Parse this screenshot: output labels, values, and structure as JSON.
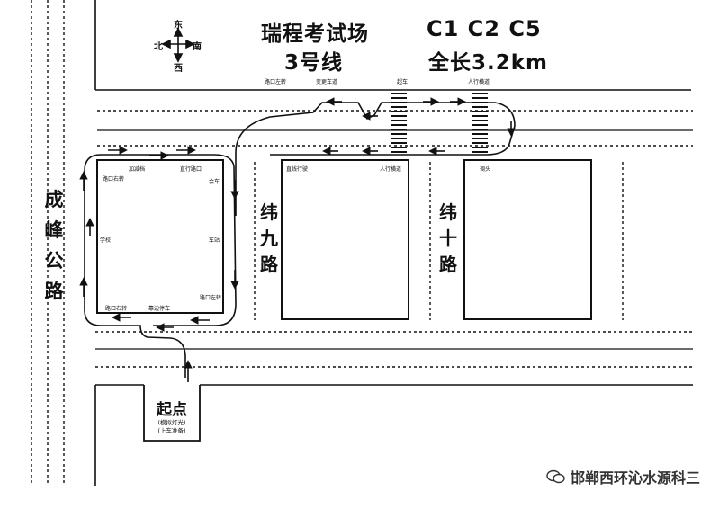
{
  "title": {
    "venue": "瑞程考试场",
    "license": "C1 C2  C5",
    "route": "3号线",
    "length": "全长3.2km"
  },
  "compass": {
    "east": "东",
    "west": "西",
    "north": "北",
    "south": "南"
  },
  "roads": {
    "chengfeng": "成峰公路",
    "weijiu": "纬九路",
    "weishi": "纬十路"
  },
  "labels": {
    "top_right_turn": "路口左转",
    "top_lane_change": "变更车道",
    "top_overtake": "超车",
    "top_crosswalk": "人行横道",
    "b1_acc": "加减档",
    "b1_straight": "直行路口",
    "b1_meet": "会车",
    "b1_intersection": "路口左转",
    "b1_school": "学校",
    "b1_bus": "车站",
    "b1_corner_left": "路口右转",
    "b1_corner_right": "路口右转",
    "b1_park": "靠边停车",
    "b2_straight": "直线行驶",
    "b2_crosswalk": "人行横道",
    "b3_uturn": "调头"
  },
  "start": {
    "title": "起点",
    "sub1": "(模拟灯光)",
    "sub2": "(上车准备)"
  },
  "watermark": "邯郸西环沁水源科三",
  "colors": {
    "ink": "#111111",
    "paper": "#ffffff"
  }
}
